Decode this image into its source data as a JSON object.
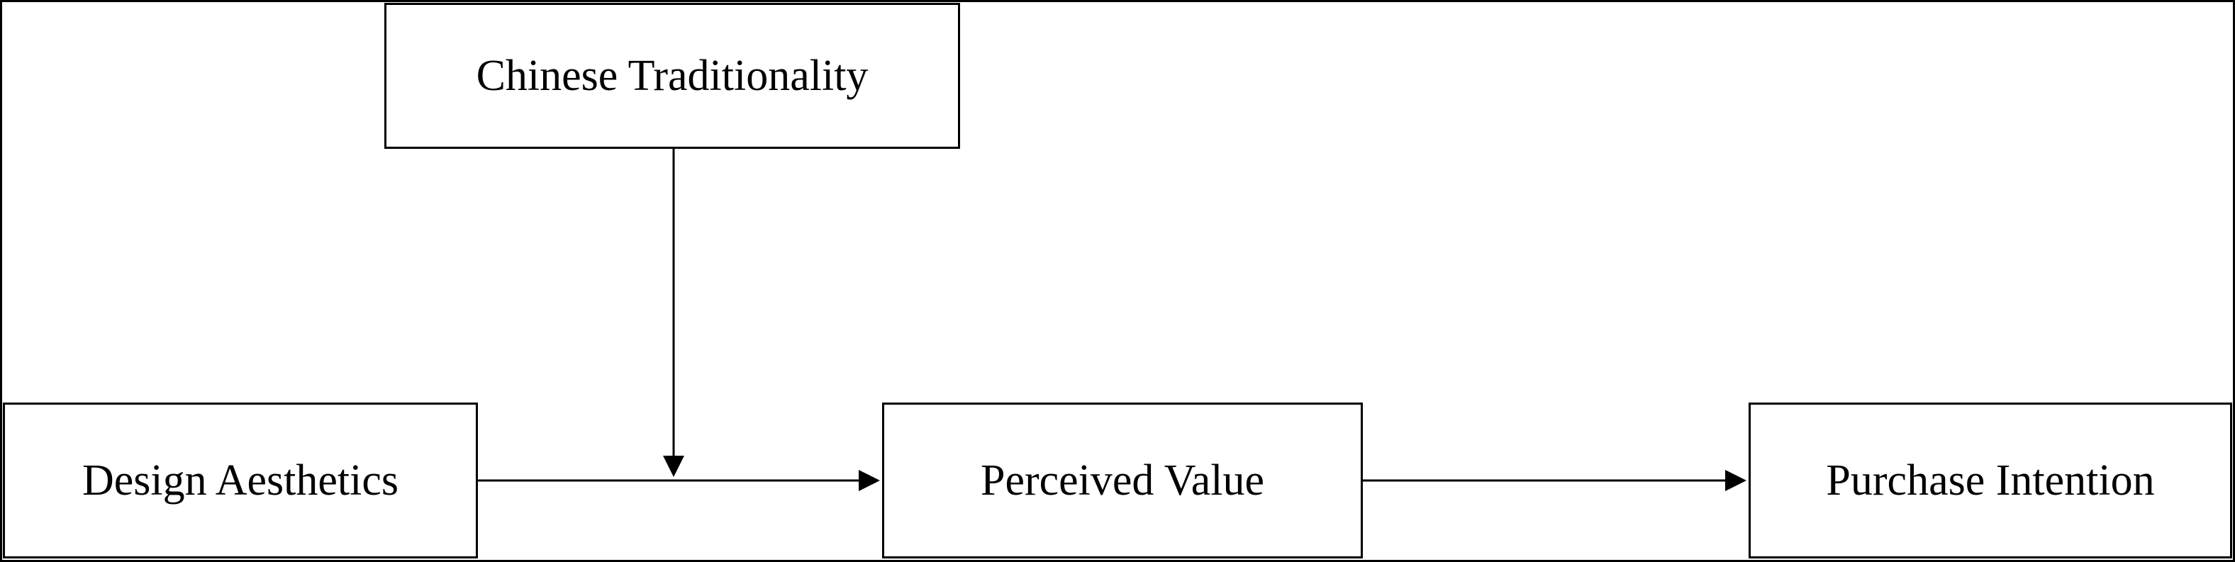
{
  "diagram": {
    "nodes": {
      "moderator": {
        "label": "Chinese Traditionality"
      },
      "iv": {
        "label": "Design Aesthetics"
      },
      "mediator": {
        "label": "Perceived Value"
      },
      "dv": {
        "label": "Purchase Intention"
      }
    },
    "edges": [
      {
        "from": "Design Aesthetics",
        "to": "Perceived Value"
      },
      {
        "from": "Perceived Value",
        "to": "Purchase Intention"
      },
      {
        "from": "Chinese Traditionality",
        "to": "Design Aesthetics → Perceived Value path"
      }
    ],
    "colors": {
      "stroke": "#000000",
      "background": "#ffffff"
    }
  }
}
